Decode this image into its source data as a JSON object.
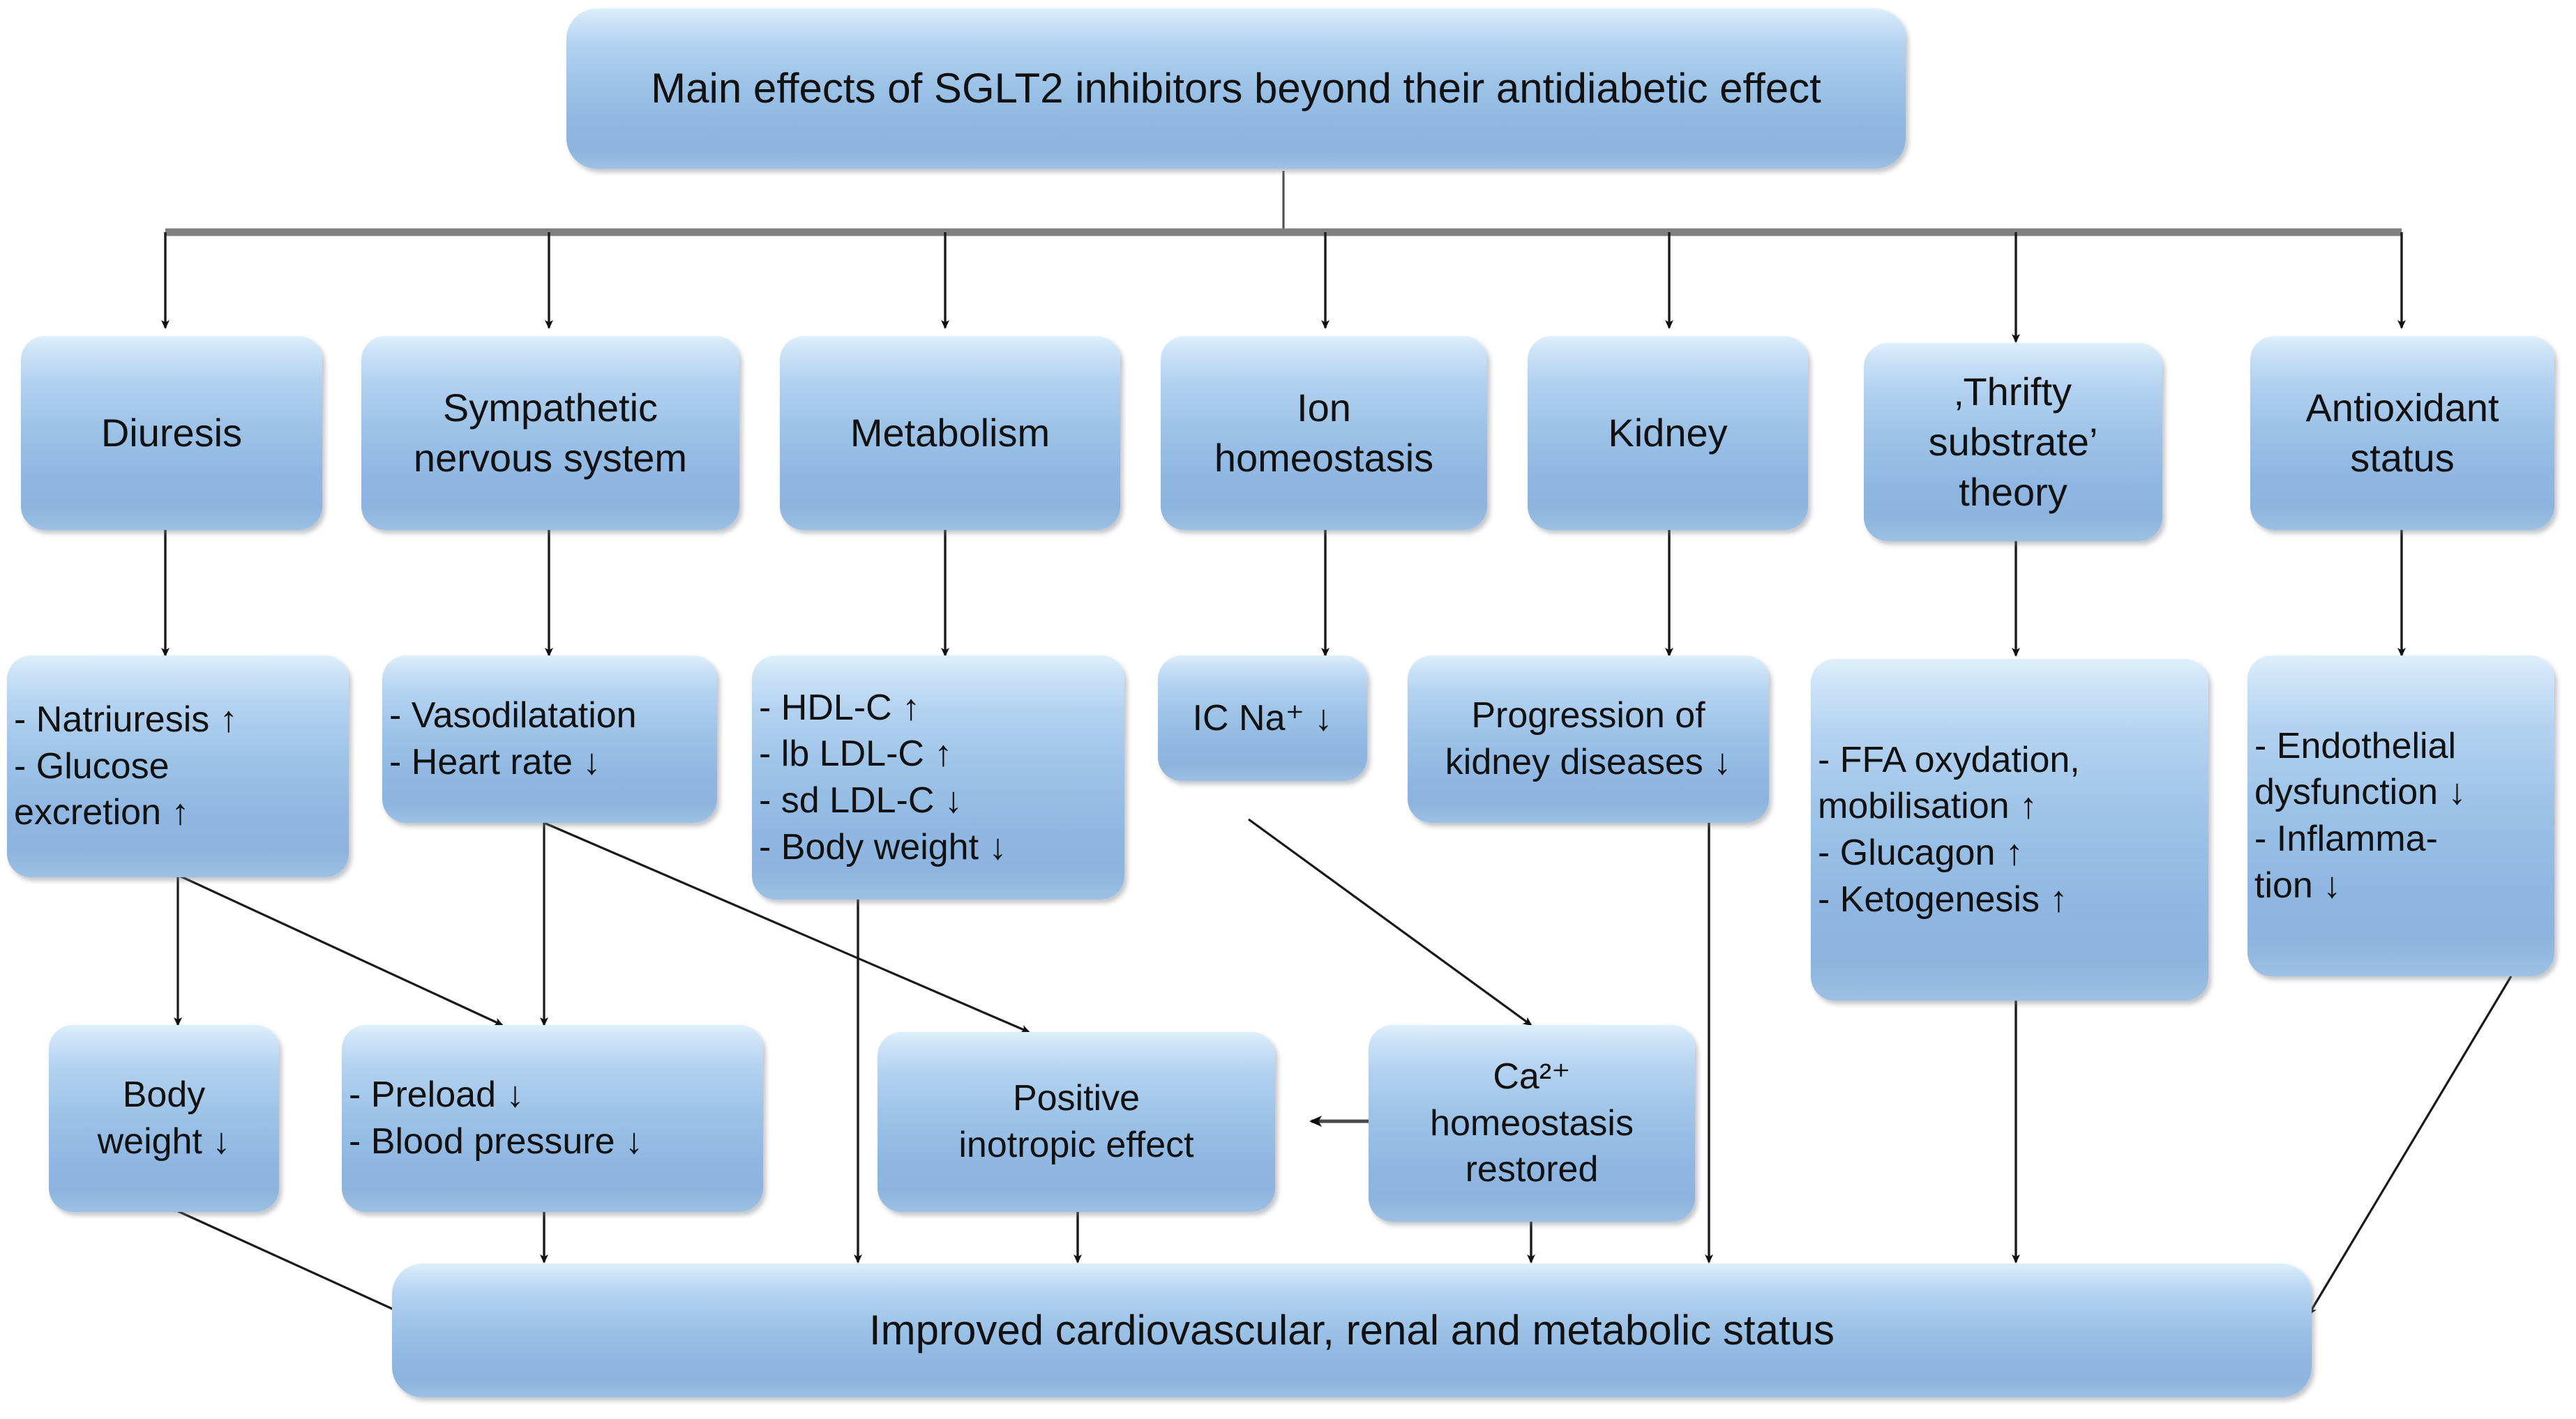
{
  "diagram": {
    "title_box": {
      "id": "main-title",
      "text": "Main effects of SGLT2 inhibitors beyond their antidiabetic effect"
    },
    "level1": [
      {
        "id": "diuresis",
        "text": "Diuresis"
      },
      {
        "id": "sympathetic-nervous-system",
        "text": "Sympathetic\nnervous system"
      },
      {
        "id": "metabolism",
        "text": "Metabolism"
      },
      {
        "id": "ion-homeostasis",
        "text": "Ion\nhomeostasis"
      },
      {
        "id": "kidney",
        "text": "Kidney"
      },
      {
        "id": "thrifty-substrate-theory",
        "text": "‚Thrifty\nsubstrate’\ntheory"
      },
      {
        "id": "antioxidant-status",
        "text": "Antioxidant\nstatus"
      }
    ],
    "level2": [
      {
        "id": "natriuresis-glucose-excretion",
        "text": "- Natriuresis ↑\n- Glucose\nexcretion ↑"
      },
      {
        "id": "vasodilatation-heart-rate",
        "text": "- Vasodilatation\n- Heart rate ↓"
      },
      {
        "id": "lipids-body-weight",
        "text": "- HDL-C ↑\n- lb LDL-C ↑\n- sd LDL-C ↓\n- Body weight ↓"
      },
      {
        "id": "ic-sodium",
        "text": "IC Na⁺ ↓"
      },
      {
        "id": "kidney-disease-progression",
        "text": "Progression of\nkidney diseases ↓"
      },
      {
        "id": "ffa-glucagon-ketogenesis",
        "text": "- FFA oxydation,\nmobilisation ↑\n- Glucagon ↑\n- Ketogenesis ↑"
      },
      {
        "id": "endothelial-inflammation",
        "text": "- Endothelial\ndysfunction ↓\n- Inflamma-\ntion ↓"
      }
    ],
    "level3": [
      {
        "id": "body-weight",
        "text": "Body\nweight ↓"
      },
      {
        "id": "preload-blood-pressure",
        "text": "- Preload ↓\n- Blood pressure ↓"
      },
      {
        "id": "positive-inotropic-effect",
        "text": "Positive\ninotropic effect"
      },
      {
        "id": "calcium-homeostasis-restored",
        "text": "Ca²⁺\nhomeostasis\nrestored"
      }
    ],
    "outcome_box": {
      "id": "improved-status",
      "text": "Improved cardiovascular, renal and metabolic status"
    },
    "colors": {
      "node_fill_top": "#dff0fb",
      "node_fill_bottom": "#8cb4de",
      "text": "#111111",
      "connector": "#1a1a1a",
      "bus_bar": "#808080",
      "background": "#ffffff"
    }
  }
}
